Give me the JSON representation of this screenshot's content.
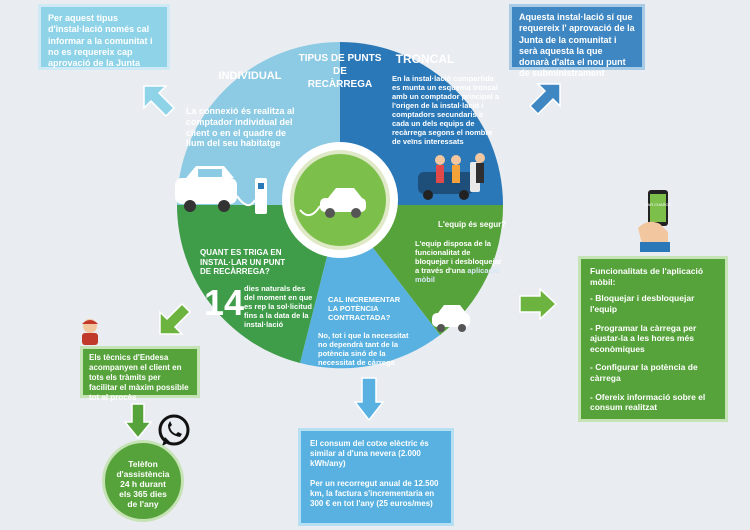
{
  "top_left_note": "Per aquest tipus d'instal·lació només cal informar a la comunitat i no es requereix cap aprovació de la Junta",
  "top_right_note": "Aquesta instal·lació sí que requereix l' aprovació de la Junta de la comunitat i serà aquesta la que donarà d'alta el nou punt de subministrament",
  "center_title": [
    "TIPUS DE PUNTS",
    "DE",
    "RECÀRREGA"
  ],
  "individual": {
    "title": "INDIVIDUAL",
    "text": "La connexió és realitza al comptador individual del client o en el quadre de llum del seu habitatge"
  },
  "troncal": {
    "title": "TRONCAL",
    "text": "En la instal·lació compartida es munta un esquema troncal amb un comptador principal a l'origen de la instal·lació i comptadors secundaris a cada un dels equips de recàrrega segons el nombre de veïns interessats"
  },
  "security": {
    "question": "L'equip és segur?",
    "text": "L'equip disposa de la funcionalitat de bloquejar i desbloquejar a través d'una",
    "highlight": "aplicació mòbil"
  },
  "time": {
    "question": "QUANT ES TRIGA EN INSTAL·LAR UN PUNT DE RECÀRREGA?",
    "number": "14",
    "text": "dies naturals des del moment en que es rep la sol·licitud fins a la data de la instal·lació"
  },
  "power": {
    "question": "CAL INCREMENTAR LA POTÈNCIA CONTRACTADA?",
    "text": "No, tot i que la necessitat no dependrà tant de la potència sinó de la necessitat de càrrega"
  },
  "endesa_note": "Els tècnics d'Endesa acompanyen el client en tots els tràmits per facilitar el màxim possible tot el procès",
  "phone": "Telèfon d'assistència 24 h durant els 365 dies de l'any",
  "consumption": {
    "p1": "El consum del cotxe elèctric és similar al d'una nevera (2.000 kWh/any)",
    "p2": "Per un recorregut anual de 12.500 km, la factura s'incrementaria en 300 € en tot l'any (25 euros/mes)"
  },
  "app": {
    "title": "Funcionalitats de l'aplicació mòbil:",
    "items": [
      "- Bloquejar i desbloquejar l'equip",
      "- Programar la càrrega per ajustar-la a les hores més econòmiques",
      "- Configurar la potència de càrrega",
      "- Ofereix informació sobre el consum realitzat"
    ],
    "phone_screen": "CAR CHARGE"
  },
  "colors": {
    "light_blue": "#8dcae3",
    "dark_blue": "#2a78b8",
    "green": "#57a33b",
    "light_green": "#7cc04b",
    "mid_green": "#3f9d4a",
    "sky": "#58b1e0",
    "note_blue": "#3f87c3"
  }
}
